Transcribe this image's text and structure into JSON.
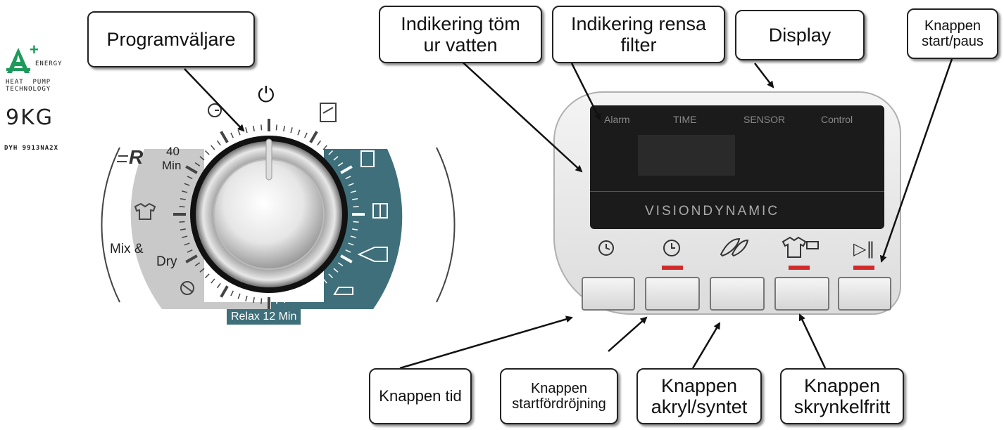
{
  "labels": {
    "programvaljare": "Programväljare",
    "indikering_tom": "Indikering töm\nur vatten",
    "indikering_rensa": "Indikering rensa\nfilter",
    "display": "Display",
    "knappen_start_paus": "Knappen\nstart/paus",
    "knappen_tid": "Knappen tid",
    "knappen_startfordrojning": "Knappen\nstartfördröjning",
    "knappen_akryl": "Knappen\nakryl/syntet",
    "knappen_skrynkelfritt": "Knappen\nskrynkelfritt"
  },
  "branding": {
    "energy_a": "A",
    "energy_plus": "+",
    "energy_word": "ENERGY",
    "heat_pump": "HEAT  PUMP",
    "technology": "TECHNOLOGY",
    "capacity": "9KG",
    "model": "DYH 9913NA2X"
  },
  "dial": {
    "r_label": "R",
    "min40_a": "40",
    "min40_b": "Min",
    "mix_a": "Mix &",
    "mix_b": "Dry",
    "relax": "Relax 12 Min",
    "power_symbol": "⏻"
  },
  "panel": {
    "alarm": "Alarm",
    "time": "TIME",
    "sensor": "SENSOR",
    "control": "Control",
    "brand": "VISIONDYNAMIC",
    "button_icons": [
      "clock-icon",
      "delay-start-icon",
      "feather-icon",
      "shirt-steam-icon",
      "play-pause-icon"
    ],
    "play_pause_glyph": "▷‖"
  },
  "colors": {
    "teal": "#3e6f7a",
    "grey_band": "#c9c9c9",
    "green_energy": "#1d9a5a",
    "red_led": "#d22a2a",
    "panel_black": "#1b1b1b"
  }
}
